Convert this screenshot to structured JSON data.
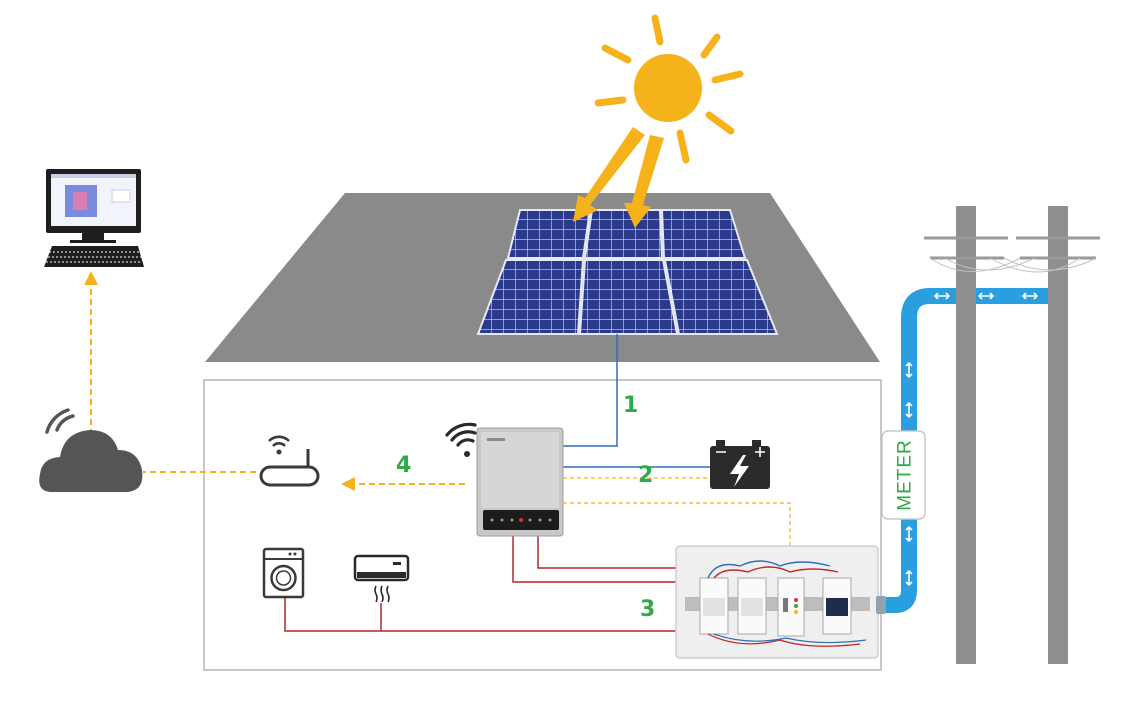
{
  "connections": {
    "label_1": "1",
    "label_2": "2",
    "label_3": "3",
    "label_4": "4"
  },
  "meter": {
    "label": "METER"
  },
  "colors": {
    "sun": "#f5b21b",
    "roof": "#8a8a8a",
    "panel": "#2c3a8c",
    "dc_line": "#2f6fb6",
    "ac_line": "#b0282b",
    "comm_line": "#f5b21b",
    "grid_pipe": "#2a9fe0",
    "label_green": "#2eaa4a",
    "pole": "#8f8f8f"
  },
  "icons": [
    "sun-icon",
    "solar-panel-icon",
    "inverter-icon",
    "wifi-icon",
    "battery-icon",
    "router-icon",
    "cloud-icon",
    "computer-icon",
    "washing-machine-icon",
    "air-conditioner-icon",
    "distribution-box-icon",
    "meter-icon",
    "utility-pole-icon"
  ]
}
